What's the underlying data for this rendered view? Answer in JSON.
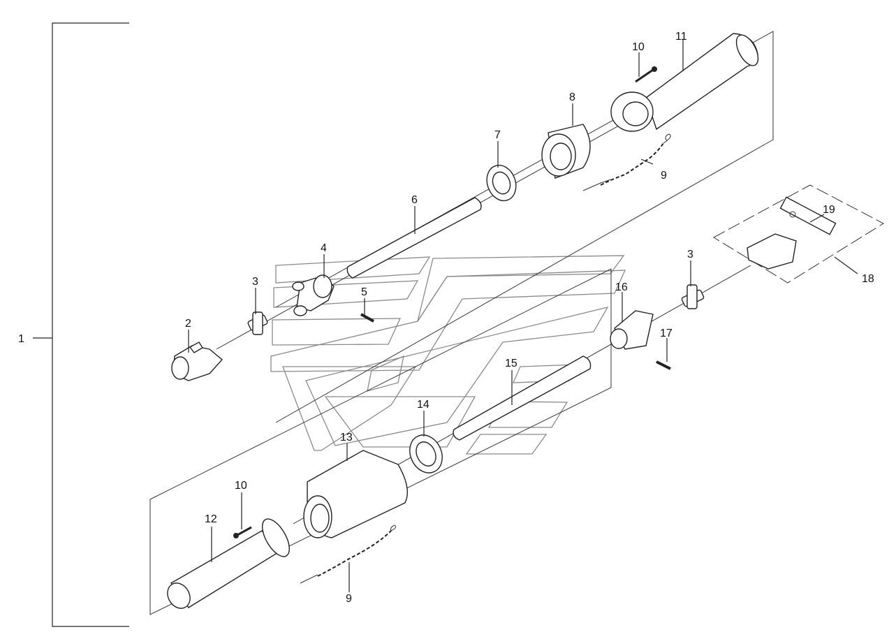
{
  "diagram": {
    "callouts": {
      "c1": "1",
      "c2": "2",
      "c3a": "3",
      "c3b": "3",
      "c4": "4",
      "c5": "5",
      "c6": "6",
      "c7": "7",
      "c8": "8",
      "c9a": "9",
      "c9b": "9",
      "c10a": "10",
      "c10b": "10",
      "c11": "11",
      "c12": "12",
      "c13": "13",
      "c14": "14",
      "c15": "15",
      "c16": "16",
      "c17": "17",
      "c18": "18",
      "c19": "19"
    },
    "parts": [
      "yoke",
      "cross-journal",
      "inner-yoke",
      "spring-pin",
      "inner-profile-tube",
      "bearing-ring",
      "protection-cone",
      "safety-chain",
      "screw",
      "outer-guard-tube",
      "inner-guard-tube",
      "outer-protection-cone",
      "bearing-ring",
      "outer-profile-tube",
      "outer-yoke",
      "spring-pin",
      "yoke-assembly",
      "repair-kit"
    ],
    "colors": {
      "line": "#222222",
      "background": "#ffffff",
      "watermark": "#8a8a8a"
    }
  }
}
